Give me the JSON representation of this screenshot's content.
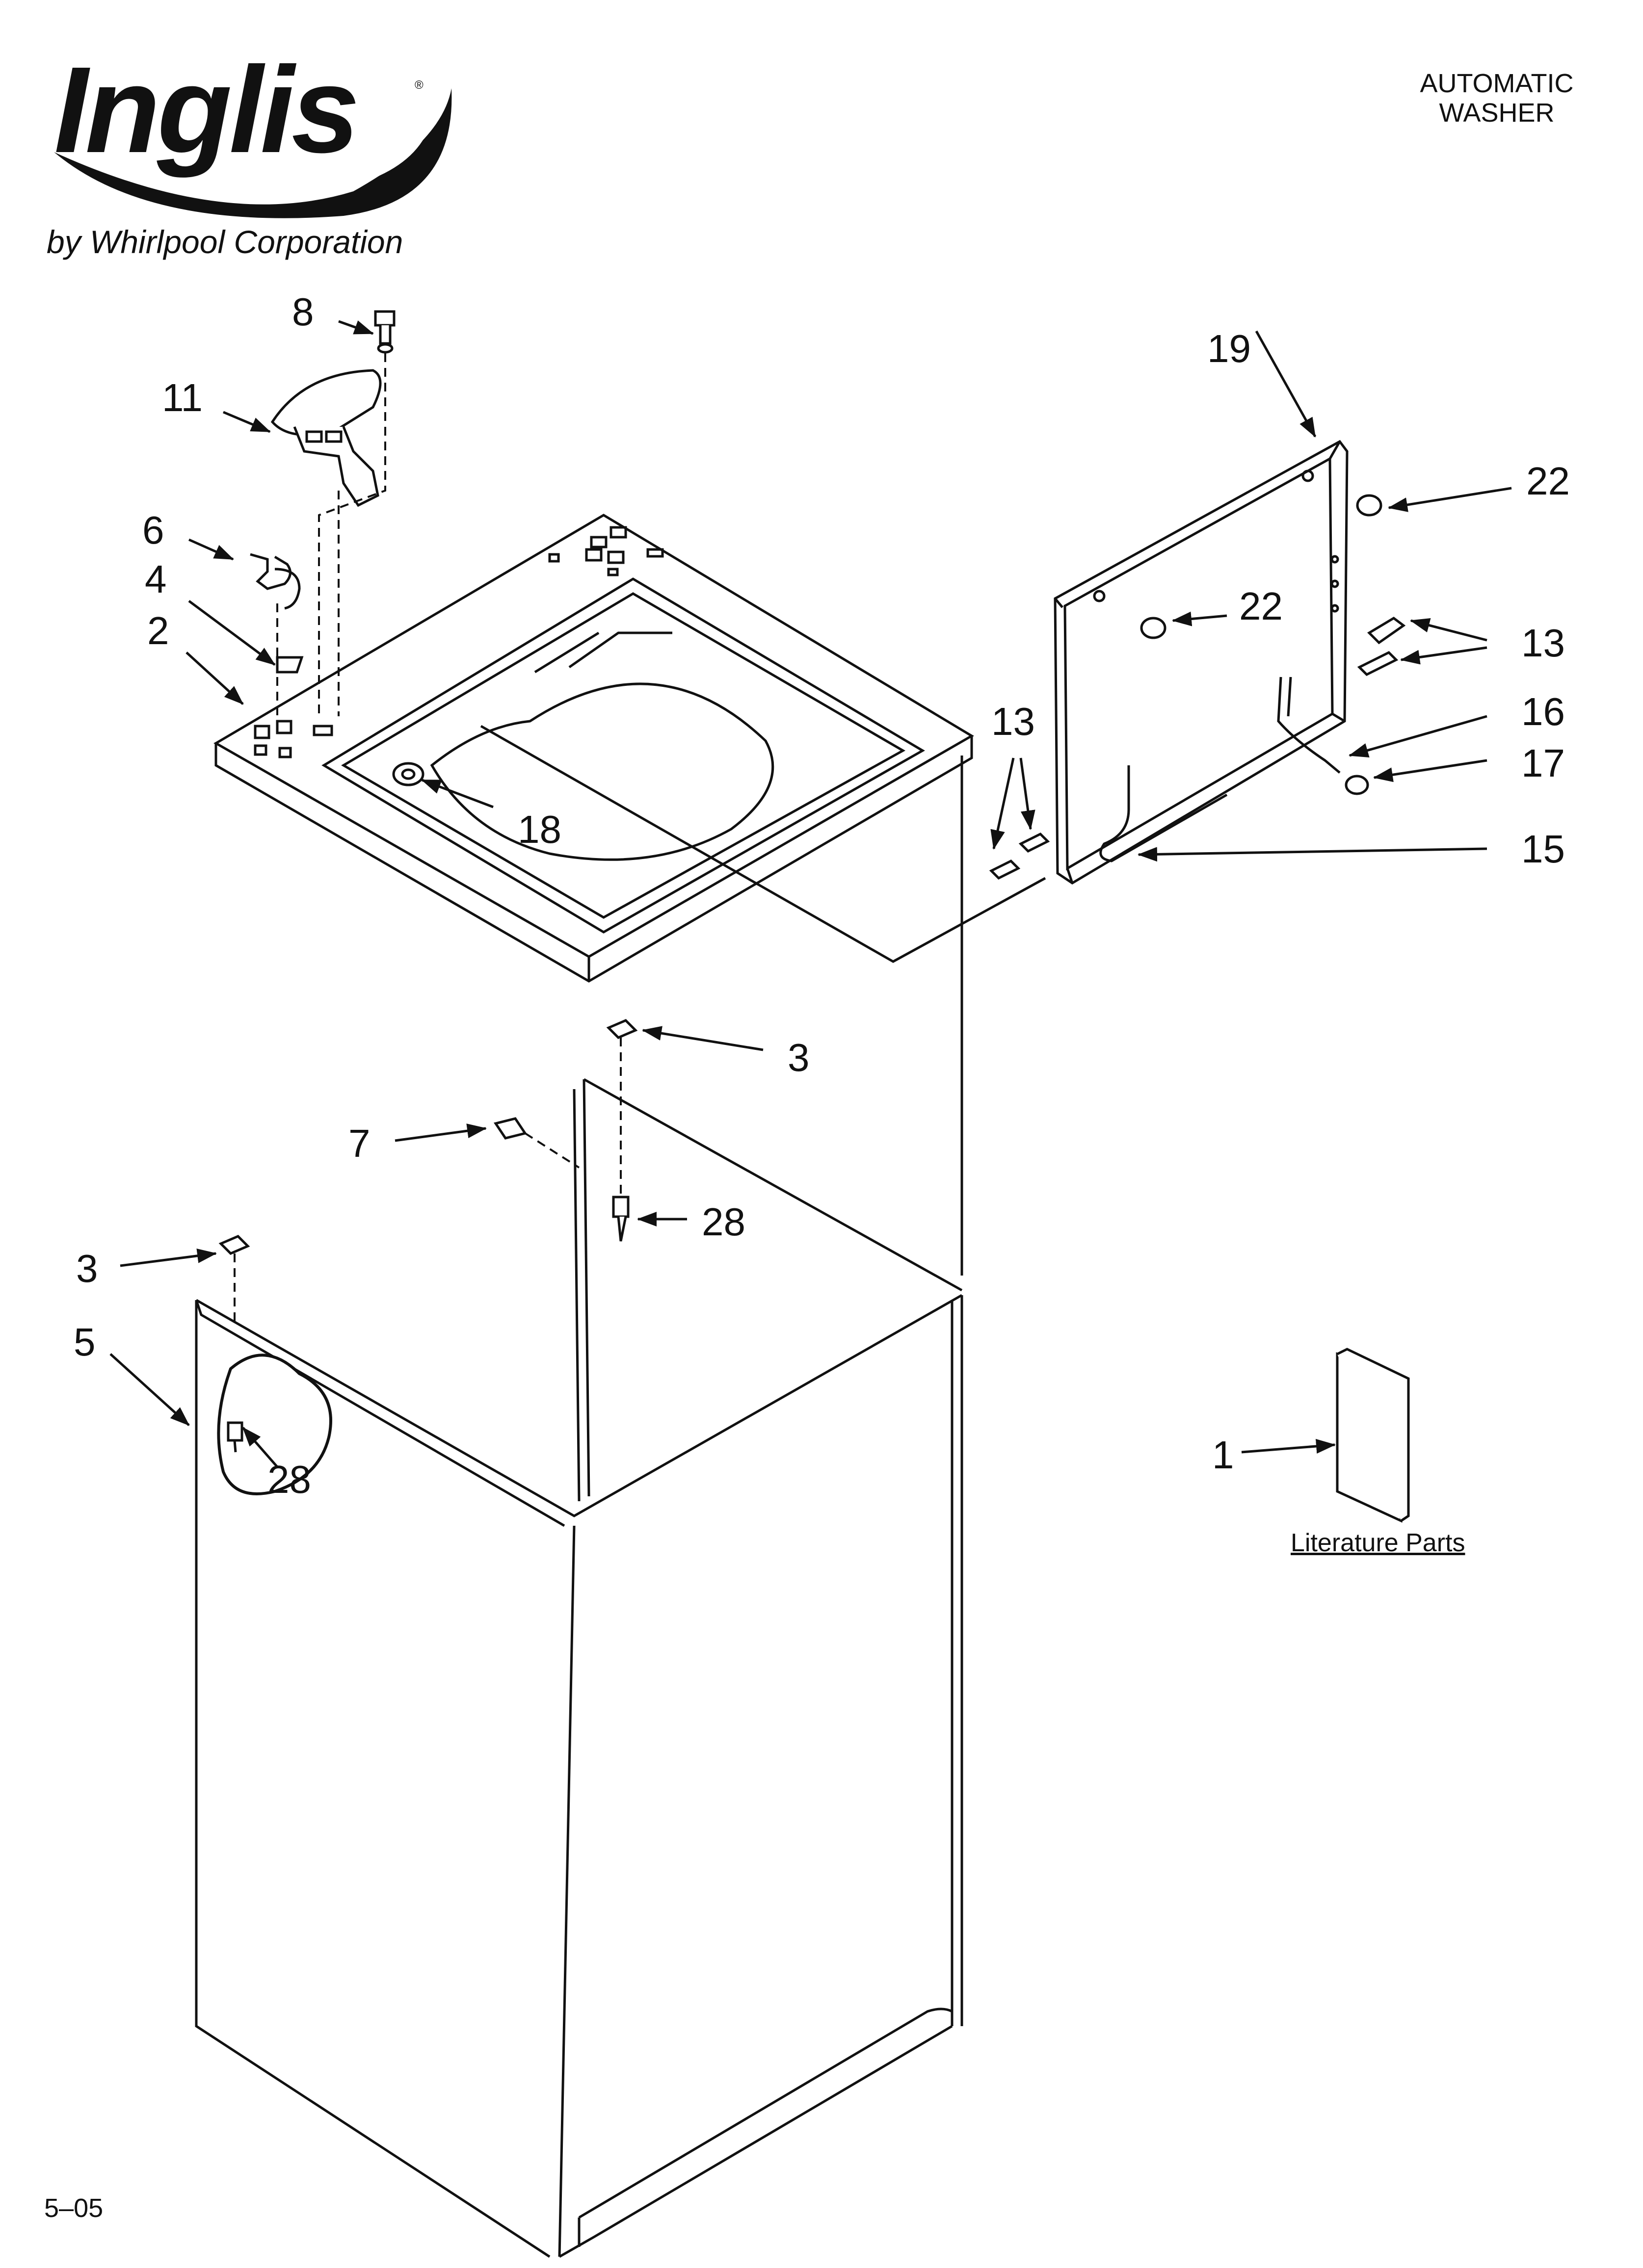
{
  "header": {
    "brand": "Inglis",
    "registered_mark": "®",
    "byline": "by Whirlpool Corporation",
    "title_line1": "AUTOMATIC",
    "title_line2": "WASHER"
  },
  "callouts": {
    "c8": "8",
    "c11": "11",
    "c6": "6",
    "c4": "4",
    "c2": "2",
    "c18": "18",
    "c19": "19",
    "c22a": "22",
    "c22b": "22",
    "c13a": "13",
    "c13b": "13",
    "c16": "16",
    "c17": "17",
    "c15": "15",
    "c3a": "3",
    "c7": "7",
    "c28a": "28",
    "c3b": "3",
    "c5": "5",
    "c28b": "28",
    "c1": "1"
  },
  "literature_label": "Literature Parts",
  "footer": {
    "code": "5–05"
  }
}
